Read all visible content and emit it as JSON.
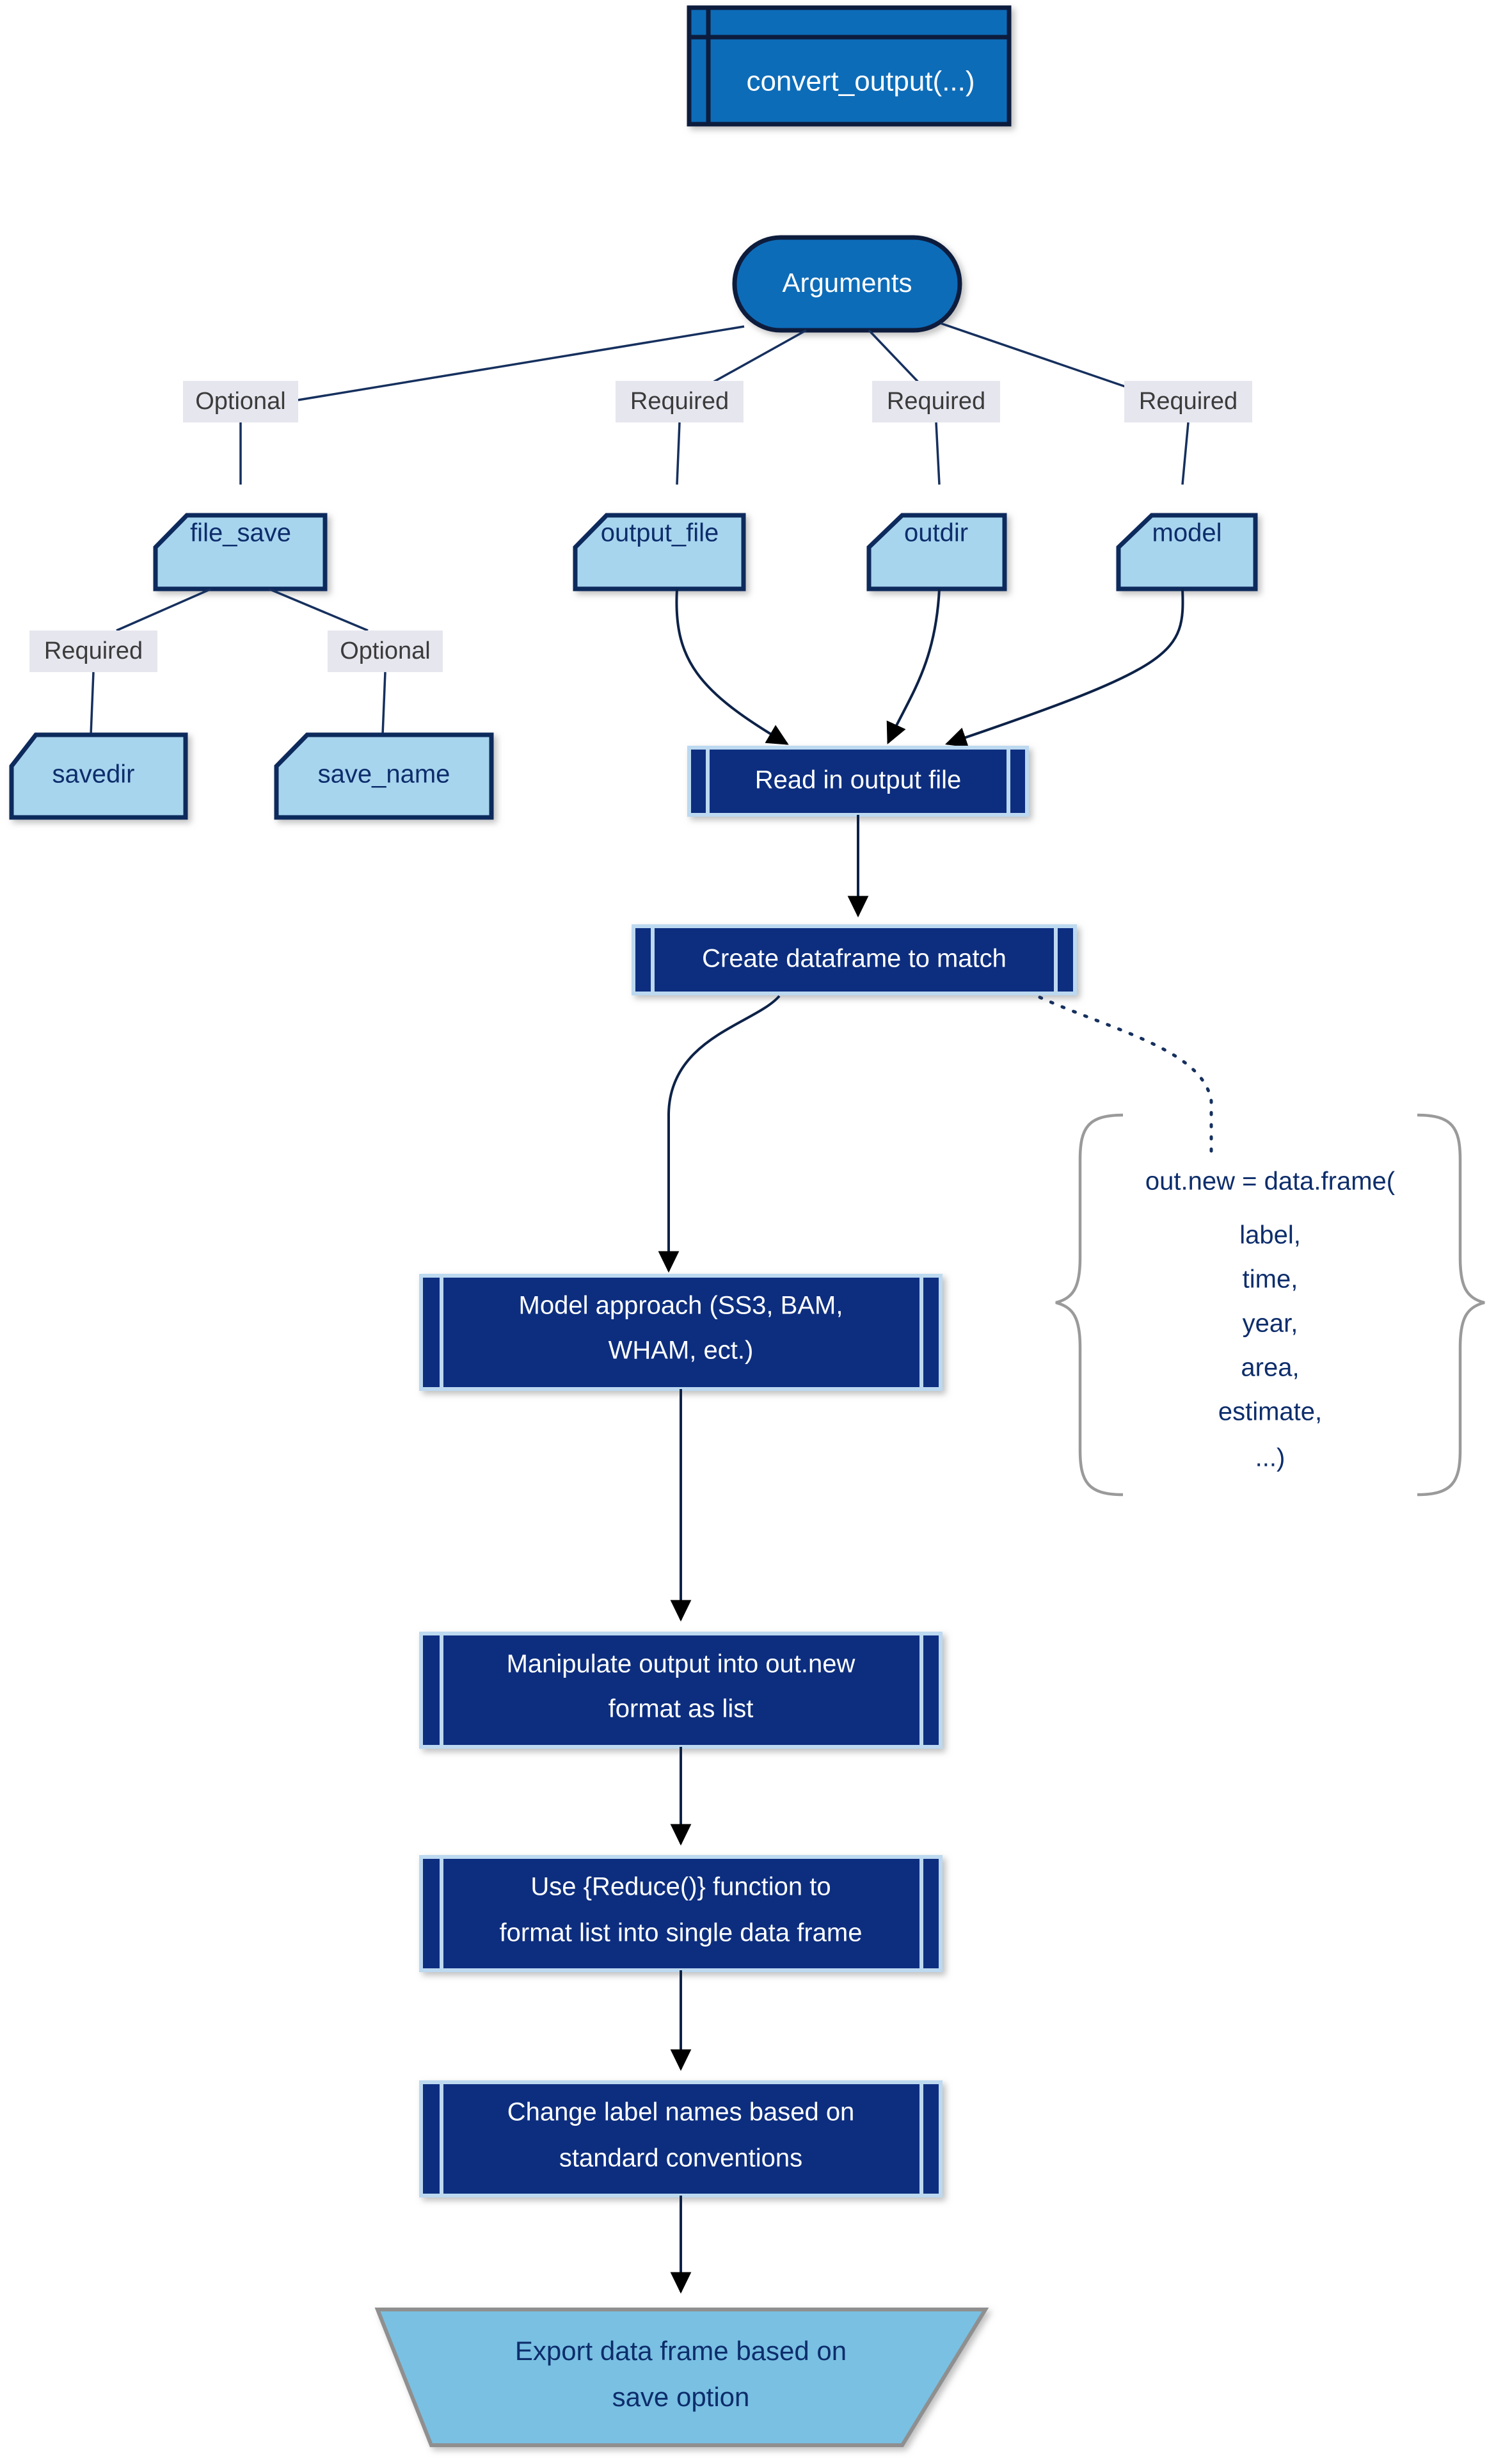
{
  "diagram": {
    "title_node": {
      "label": "convert_output(...)"
    },
    "root": {
      "label": "Arguments"
    },
    "edge_labels": {
      "to_file_save": "Optional",
      "to_output_file": "Required",
      "to_outdir": "Required",
      "to_model": "Required",
      "to_savedir": "Required",
      "to_save_name": "Optional"
    },
    "arguments": [
      {
        "id": "file_save",
        "label": "file_save"
      },
      {
        "id": "output_file",
        "label": "output_file"
      },
      {
        "id": "outdir",
        "label": "outdir"
      },
      {
        "id": "model",
        "label": "model"
      },
      {
        "id": "savedir",
        "label": "savedir"
      },
      {
        "id": "save_name",
        "label": "save_name"
      }
    ],
    "process_steps": [
      {
        "id": "read",
        "lines": [
          "Read in output file"
        ]
      },
      {
        "id": "create_df",
        "lines": [
          "Create dataframe to match"
        ]
      },
      {
        "id": "approach",
        "lines": [
          "Model approach (SS3, BAM,",
          "WHAM, ect.)"
        ]
      },
      {
        "id": "manipulate",
        "lines": [
          "Manipulate output into out.new",
          "format as list"
        ]
      },
      {
        "id": "reduce",
        "lines": [
          "Use {Reduce()} function to",
          "format list into single data frame"
        ]
      },
      {
        "id": "relabel",
        "lines": [
          "Change label names based on",
          "standard conventions"
        ]
      }
    ],
    "terminal": {
      "lines": [
        "Export data frame based on",
        "save option"
      ]
    },
    "annotation": {
      "lines": [
        "out.new = data.frame(",
        "label,",
        "time,",
        "year,",
        "area,",
        "estimate,",
        "...)"
      ]
    },
    "colors": {
      "title_fill": "#0a6cb8",
      "title_stroke": "#0d1b3e",
      "pill_fill": "#0a6cb8",
      "argument_fill": "#a8d5ee",
      "argument_stroke": "#10295c",
      "process_fill": "#0c2f7f",
      "process_bar": "#bcd9f0",
      "edge_label_fill": "#e6e6ef",
      "terminal_fill": "#79c0e3",
      "terminal_stroke": "#8f8f8f",
      "brace_stroke": "#9a9a9a",
      "edge_stroke": "#0d2247",
      "text_navy": "#0d2d6b",
      "text_white": "#ffffff"
    }
  }
}
